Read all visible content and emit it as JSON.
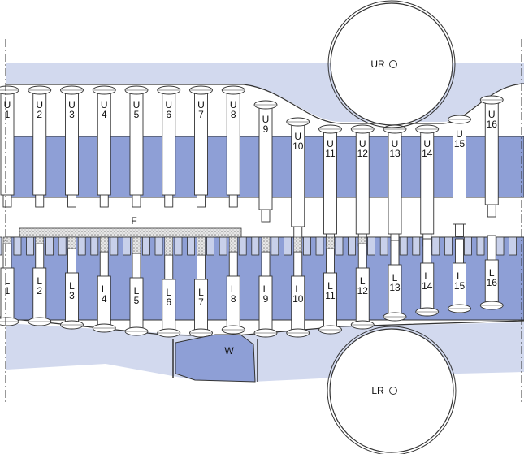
{
  "diagram": {
    "title": "Rotary tablet press punch cycle",
    "colors": {
      "cam_track": "#d2d9ee",
      "die_table": "#8e9fd6",
      "die_light": "#c8d0ea",
      "outline": "#333333",
      "punch": "#ffffff",
      "feed": "#cfcfcf"
    },
    "labels": {
      "upper_roll": "UR",
      "lower_roll": "LR",
      "feed_frame": "F",
      "weight_cam": "W"
    },
    "upper_punches": [
      {
        "letter": "U",
        "num": "1"
      },
      {
        "letter": "U",
        "num": "2"
      },
      {
        "letter": "U",
        "num": "3"
      },
      {
        "letter": "U",
        "num": "4"
      },
      {
        "letter": "U",
        "num": "5"
      },
      {
        "letter": "U",
        "num": "6"
      },
      {
        "letter": "U",
        "num": "7"
      },
      {
        "letter": "U",
        "num": "8"
      },
      {
        "letter": "U",
        "num": "9"
      },
      {
        "letter": "U",
        "num": "10"
      },
      {
        "letter": "U",
        "num": "11"
      },
      {
        "letter": "U",
        "num": "12"
      },
      {
        "letter": "U",
        "num": "13"
      },
      {
        "letter": "U",
        "num": "14"
      },
      {
        "letter": "U",
        "num": "15"
      },
      {
        "letter": "U",
        "num": "16"
      }
    ],
    "lower_punches": [
      {
        "letter": "L",
        "num": "1"
      },
      {
        "letter": "L",
        "num": "2"
      },
      {
        "letter": "L",
        "num": "3"
      },
      {
        "letter": "L",
        "num": "4"
      },
      {
        "letter": "L",
        "num": "5"
      },
      {
        "letter": "L",
        "num": "6"
      },
      {
        "letter": "L",
        "num": "7"
      },
      {
        "letter": "L",
        "num": "8"
      },
      {
        "letter": "L",
        "num": "9"
      },
      {
        "letter": "L",
        "num": "10"
      },
      {
        "letter": "L",
        "num": "11"
      },
      {
        "letter": "L",
        "num": "12"
      },
      {
        "letter": "L",
        "num": "13"
      },
      {
        "letter": "L",
        "num": "14"
      },
      {
        "letter": "L",
        "num": "15"
      },
      {
        "letter": "L",
        "num": "16"
      }
    ]
  }
}
